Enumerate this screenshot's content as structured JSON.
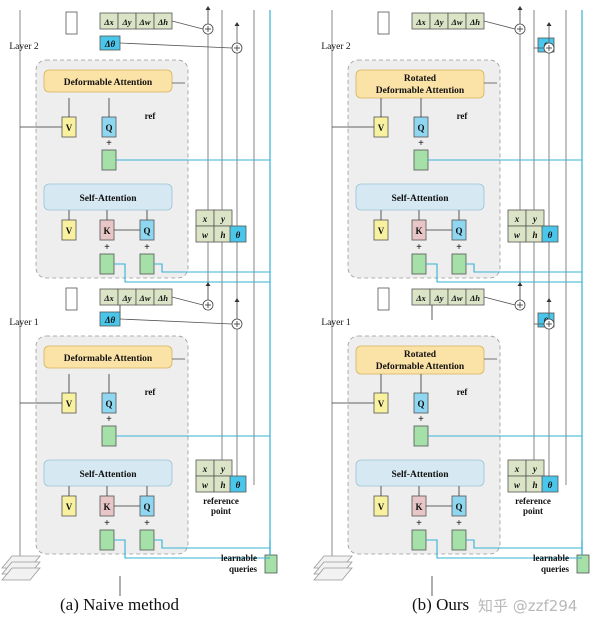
{
  "panels": [
    {
      "id": "naive",
      "layer2": "Layer 2",
      "layer1": "Layer 1",
      "deform_label": [
        "Deformable Attention"
      ],
      "self_label": "Self-Attention",
      "ref": "ref",
      "box_offsets": [
        "Δx",
        "Δy",
        "Δw",
        "Δh"
      ],
      "theta_offset": "Δθ",
      "v": "V",
      "q": "Q",
      "k": "K",
      "plus": "+",
      "ref_cells": [
        "x",
        "y",
        "w",
        "h"
      ],
      "theta": "θ",
      "caption": "(a)  Naive method"
    },
    {
      "id": "ours",
      "layer2": "Layer 2",
      "layer1": "Layer 1",
      "deform_label": [
        "Rotated",
        "Deformable Attention"
      ],
      "self_label": "Self-Attention",
      "ref": "ref",
      "box_offsets": [
        "Δx",
        "Δy",
        "Δw",
        "Δh"
      ],
      "theta_offset": "θ",
      "v": "V",
      "q": "Q",
      "k": "K",
      "plus": "+",
      "ref_cells": [
        "x",
        "y",
        "w",
        "h"
      ],
      "theta": "θ",
      "caption": "(b)  Ours"
    }
  ],
  "reference_point_label": [
    "reference",
    "point"
  ],
  "learnable_queries_label": [
    "learnable",
    "queries"
  ],
  "watermark": "知乎 @zzf294",
  "colors": {
    "green": "#a4e0a7",
    "blue": "#8fd6f0",
    "yellow": "#f8f2a0",
    "pink": "#e8c6c8",
    "orange": "#fbe2a6",
    "lightblue": "#d6e8f1",
    "cyan_line": "#35b1d6",
    "cyan_theta": "#49c6ea",
    "olive": "#dbe4c6",
    "gray_bg": "#eeeeee"
  }
}
